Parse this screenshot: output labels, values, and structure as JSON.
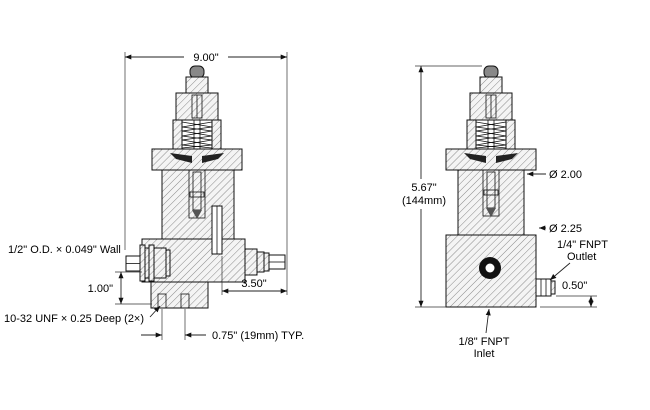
{
  "colors": {
    "line": "#111111",
    "background": "#ffffff",
    "hatch": "#8a8a8a"
  },
  "left_view": {
    "dim_width": "9.00\"",
    "label_tube": "1/2\" O.D. × 0.049\" Wall",
    "dim_height": "1.00\"",
    "dim_offset": "3.50\"",
    "label_tapped": "10-32 UNF × 0.25 Deep (2×)",
    "dim_spacing": "0.75\" (19mm) TYP."
  },
  "right_view": {
    "dim_height_in": "5.67\"",
    "dim_height_mm": "(144mm)",
    "dim_dia_body": "Ø 2.00",
    "dim_dia_base": "Ø 2.25",
    "label_outlet_line1": "1/4\" FNPT",
    "label_outlet_line2": "Outlet",
    "dim_port": "0.50\"",
    "label_inlet_line1": "1/8\" FNPT",
    "label_inlet_line2": "Inlet"
  }
}
